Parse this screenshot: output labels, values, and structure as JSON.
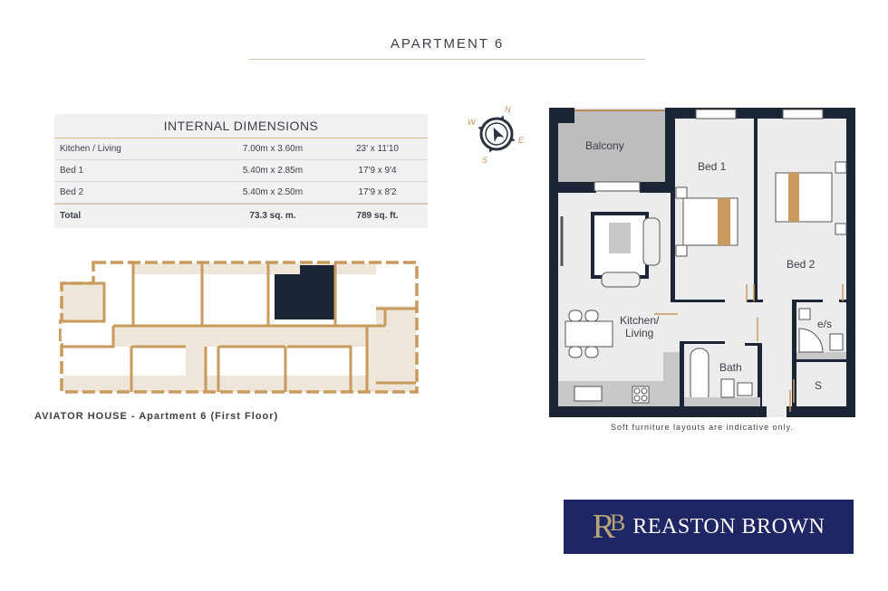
{
  "header": {
    "title": "APARTMENT   6"
  },
  "dimensions": {
    "heading": "INTERNAL DIMENSIONS",
    "rows": [
      {
        "room": "Kitchen / Living",
        "metric": "7.00m x 3.60m",
        "imperial": "23' x 11'10"
      },
      {
        "room": "Bed 1",
        "metric": "5.40m x 2.85m",
        "imperial": "17'9 x 9'4"
      },
      {
        "room": "Bed 2",
        "metric": "5.40m x 2.50m",
        "imperial": "17'9 x 8'2"
      }
    ],
    "total": {
      "label": "Total",
      "metric": "73.3 sq. m.",
      "imperial": "789 sq. ft."
    }
  },
  "compass": {
    "n": "N",
    "e": "E",
    "s": "S",
    "w": "W",
    "icon": "compass-icon"
  },
  "site_plan": {
    "caption": "AVIATOR HOUSE - Apartment 6 (First Floor)",
    "colors": {
      "wall": "#c99a5e",
      "corridor": "#efe6da",
      "highlight": "#1c2535"
    }
  },
  "floor_plan": {
    "rooms": {
      "balcony": "Balcony",
      "bed1": "Bed 1",
      "bed2": "Bed 2",
      "kitchen_line1": "Kitchen/",
      "kitchen_line2": "Living",
      "bath": "Bath",
      "ensuite": "e/s",
      "storage": "S"
    },
    "colors": {
      "wall": "#1c2535",
      "floor": "#ececec",
      "balcony": "#bdbdbd",
      "accent": "#c99a5e"
    },
    "disclaimer": "Soft furniture layouts are indicative only."
  },
  "logo": {
    "monogram_r": "R",
    "monogram_b": "B",
    "name": "REASTON BROWN",
    "bg": "#1e2663",
    "gold": "#b8a57a"
  }
}
